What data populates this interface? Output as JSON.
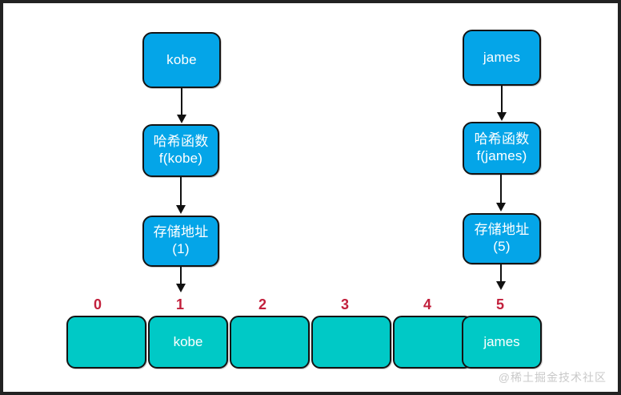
{
  "diagram": {
    "title": "hash-function-to-array-mapping",
    "colors": {
      "node_fill": "#04a5e8",
      "cell_fill": "#00c9c6",
      "stroke": "#141414",
      "index_label": "#c2203c",
      "text": "#ffffff",
      "frame": "#222222",
      "watermark": "#c9c9c9"
    },
    "columns": [
      {
        "key": "kobe",
        "input": {
          "label": "kobe"
        },
        "hash": {
          "line1": "哈希函数",
          "line2": "f(kobe)"
        },
        "address": {
          "line1": "存储地址",
          "line2": "(1)"
        },
        "target_index": "1"
      },
      {
        "key": "james",
        "input": {
          "label": "james"
        },
        "hash": {
          "line1": "哈希函数",
          "line2": "f(james)"
        },
        "address": {
          "line1": "存储地址",
          "line2": "(5)"
        },
        "target_index": "5"
      }
    ],
    "array": {
      "indices": [
        "0",
        "1",
        "2",
        "3",
        "4",
        "5"
      ],
      "cells": [
        "",
        "kobe",
        "",
        "",
        "",
        "james"
      ]
    },
    "watermark": "@稀土掘金技术社区"
  }
}
